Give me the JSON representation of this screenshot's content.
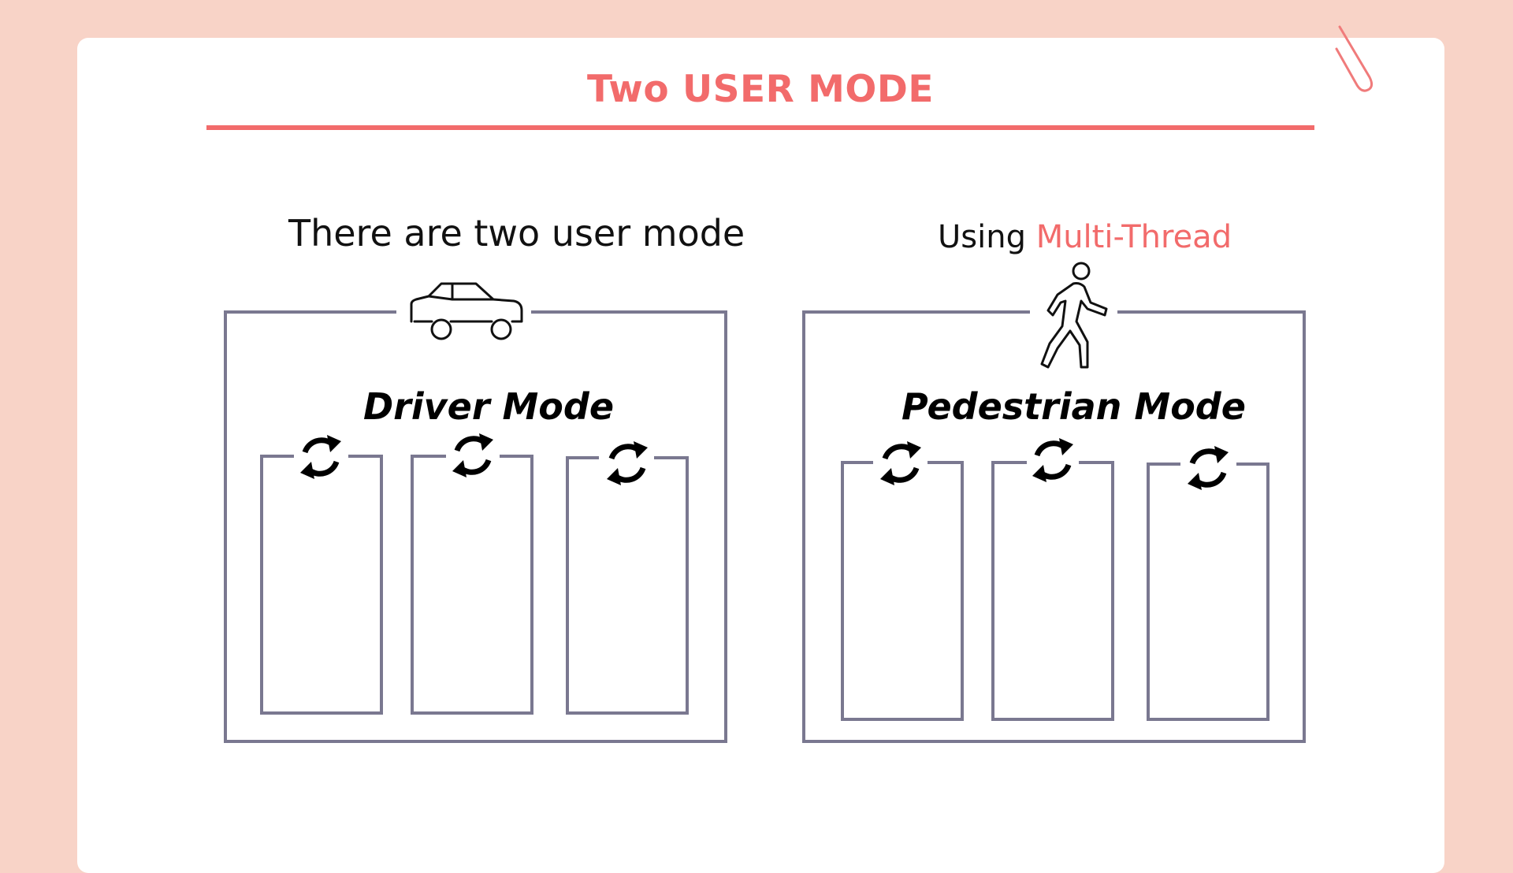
{
  "slide": {
    "title": "Two USER MODE",
    "left_heading": "There are two user mode",
    "right_heading_prefix": "Using ",
    "right_heading_accent": "Multi-Thread",
    "accent_color": "#f26b6b"
  },
  "modes": [
    {
      "label": "Driver Mode",
      "icon": "car-icon",
      "thread_icon": "refresh-cycle-icon",
      "thread_count": 3
    },
    {
      "label": "Pedestrian Mode",
      "icon": "walking-person-icon",
      "thread_icon": "refresh-cycle-icon",
      "thread_count": 3
    }
  ],
  "decoration": {
    "icon": "paperclip-icon"
  }
}
